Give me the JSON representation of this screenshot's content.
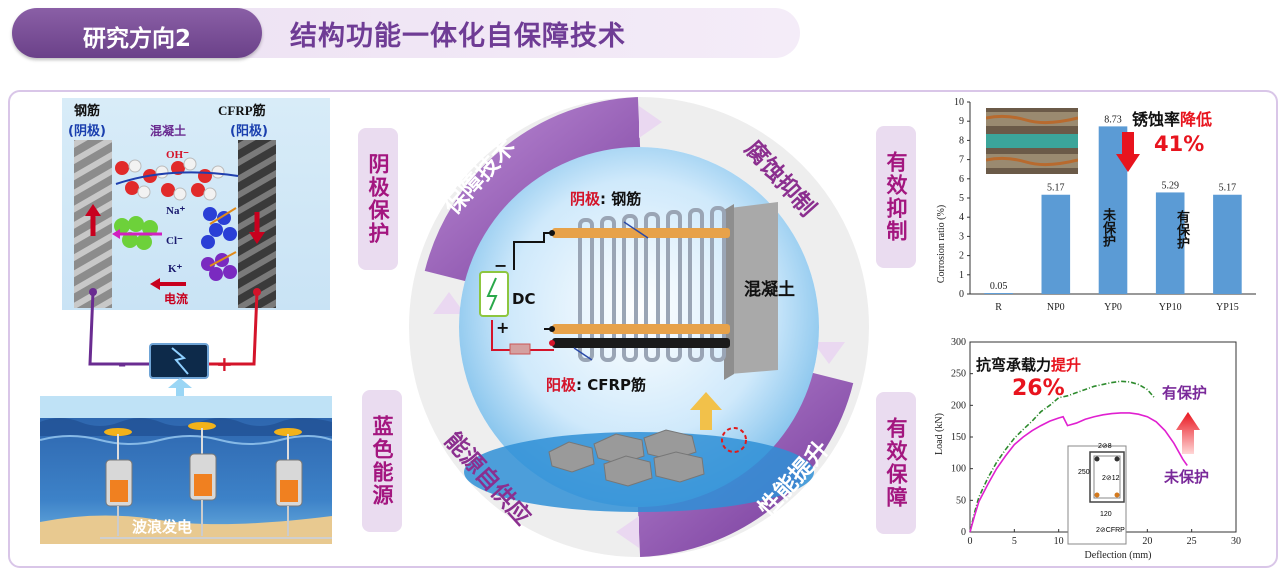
{
  "header": {
    "badge": "研究方向2",
    "title": "结构功能一体化自保障技术"
  },
  "side_tabs": {
    "left_top": "阴极保护",
    "left_bottom": "蓝色能源",
    "right_top": "有效抑制",
    "right_bottom": "有效保障"
  },
  "left_diagram": {
    "steel_label": "钢筋",
    "steel_role": "(阴极)",
    "cfrp_label": "CFRP筋",
    "cfrp_role": "(阳极)",
    "concrete": "混凝土",
    "oh": "OH⁻",
    "na": "Na⁺",
    "cl": "Cl⁻",
    "k": "K⁺",
    "current": "电流",
    "minus": "-",
    "plus": "+",
    "wave_caption": "波浪发电"
  },
  "ring": {
    "top_left": "保障技术",
    "top_right": "腐蚀抑制",
    "bottom_right": "性能提升",
    "bottom_left": "能源自供应",
    "cathode_prefix": "阴极",
    "cathode_suffix": ": 钢筋",
    "anode_prefix": "阳极",
    "anode_suffix": ": CFRP筋",
    "dc": "DC",
    "concrete": "混凝土",
    "minus": "−",
    "plus": "+"
  },
  "chart_data": [
    {
      "type": "bar",
      "categories": [
        "R",
        "NP0",
        "YP0",
        "YP10",
        "YP15"
      ],
      "values": [
        0.05,
        5.17,
        8.73,
        5.29,
        5.17
      ],
      "ylabel": "Corrosion ratio (%)",
      "ylim": [
        0,
        10
      ],
      "yticks": [
        0,
        1,
        2,
        3,
        4,
        5,
        6,
        7,
        8,
        9,
        10
      ],
      "bar_color": "#5b9bd5",
      "annotations": {
        "title_prefix": "锈蚀率",
        "title_emph": "降低",
        "value": "41%",
        "yp0_note": "未保护",
        "yp10_note": "有保护"
      }
    },
    {
      "type": "line",
      "xlabel": "Deflection (mm)",
      "ylabel": "Load (kN)",
      "xlim": [
        0,
        30
      ],
      "ylim": [
        0,
        300
      ],
      "xticks": [
        0,
        5,
        10,
        15,
        20,
        25,
        30
      ],
      "yticks": [
        0,
        50,
        100,
        150,
        200,
        250,
        300
      ],
      "series": [
        {
          "name": "有保护",
          "color": "#2e8b2e",
          "points": [
            [
              0,
              0
            ],
            [
              0.5,
              30
            ],
            [
              1,
              55
            ],
            [
              2,
              85
            ],
            [
              3,
              110
            ],
            [
              4,
              130
            ],
            [
              5,
              148
            ],
            [
              6,
              162
            ],
            [
              7,
              175
            ],
            [
              8,
              190
            ],
            [
              9,
              200
            ],
            [
              10,
              212
            ],
            [
              11,
              215
            ],
            [
              12,
              220
            ],
            [
              13,
              225
            ],
            [
              14,
              230
            ],
            [
              15,
              233
            ],
            [
              16,
              236
            ],
            [
              17,
              238
            ],
            [
              18,
              237
            ],
            [
              19,
              233
            ],
            [
              20,
              225
            ],
            [
              20.8,
              212
            ]
          ]
        },
        {
          "name": "未保护",
          "color": "#e020d0",
          "points": [
            [
              0,
              0
            ],
            [
              0.5,
              25
            ],
            [
              1,
              48
            ],
            [
              2,
              75
            ],
            [
              3,
              100
            ],
            [
              4,
              120
            ],
            [
              5,
              138
            ],
            [
              6,
              150
            ],
            [
              7,
              160
            ],
            [
              8,
              168
            ],
            [
              9,
              175
            ],
            [
              10,
              180
            ],
            [
              10.5,
              182
            ],
            [
              11,
              168
            ],
            [
              12,
              172
            ],
            [
              13,
              178
            ],
            [
              14,
              182
            ],
            [
              15,
              185
            ],
            [
              16,
              187
            ],
            [
              17,
              188
            ],
            [
              18,
              188
            ],
            [
              19,
              186
            ],
            [
              20,
              182
            ],
            [
              21,
              174
            ],
            [
              22,
              160
            ],
            [
              23,
              140
            ],
            [
              24,
              115
            ],
            [
              24.5,
              105
            ]
          ]
        }
      ],
      "annotations": {
        "title_prefix": "抗弯承载力",
        "title_emph": "提升",
        "value": "26%"
      },
      "inset": {
        "w": "120",
        "h": "250",
        "top": "2⊘8",
        "mid": "2⊘12",
        "bot": "2⊘CFRP"
      }
    }
  ]
}
